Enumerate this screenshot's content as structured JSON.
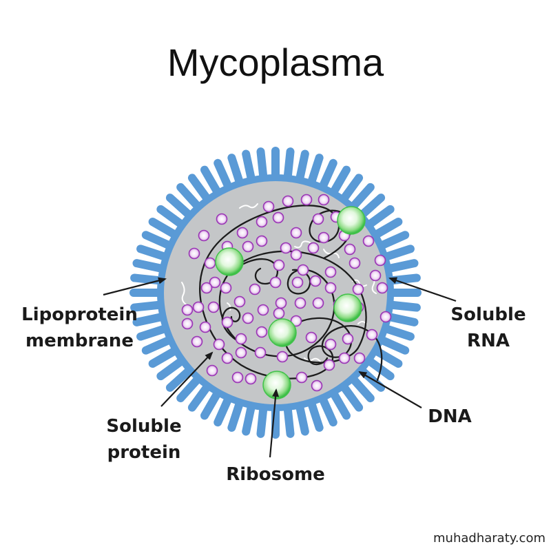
{
  "diagram": {
    "title": "Mycoplasma",
    "labels": {
      "lipoprotein_line1": "Lipoprotein",
      "lipoprotein_line2": "membrane",
      "soluble_rna_line1": "Soluble",
      "soluble_rna_line2": "RNA",
      "soluble_protein_line1": "Soluble",
      "soluble_protein_line2": "protein",
      "dna": "DNA",
      "ribosome": "Ribosome"
    },
    "watermark": "muhadharaty.com"
  },
  "colors": {
    "membrane": "#5a9ad6",
    "cytoplasm": "#c4c6c8",
    "protein_fill": "#f4e6f7",
    "protein_ring": "#9a35b5",
    "ribosome_fill": "#c9f2c6",
    "ribosome_glow": "#41c24a",
    "dna": "#1c1c1c",
    "rna": "#ffffff",
    "arrow": "#1a1a1a"
  }
}
